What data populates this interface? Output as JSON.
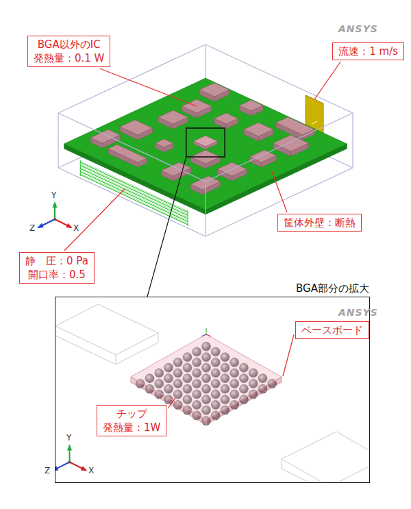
{
  "diagram": {
    "nodes": [
      {
        "text": [
          "BGA以外のIC",
          "発熱量：0.1 W"
        ]
      },
      {
        "text": [
          "流速：1 m/s"
        ]
      },
      {
        "text": [
          "筐体外壁：断熱"
        ]
      },
      {
        "text": [
          "静　圧：0 Pa",
          "開口率：0.5"
        ]
      },
      {
        "text": [
          "BGA部分の拡大"
        ]
      },
      {
        "text": [
          "ベースボード"
        ],
        "in": 4
      },
      {
        "text": [
          "チップ",
          "発熱量：1W"
        ],
        "in": 4
      }
    ],
    "labels": [
      "ANSYS",
      "Y",
      "Z",
      "X",
      "ANSYS",
      "Y",
      "Z",
      "X"
    ]
  }
}
